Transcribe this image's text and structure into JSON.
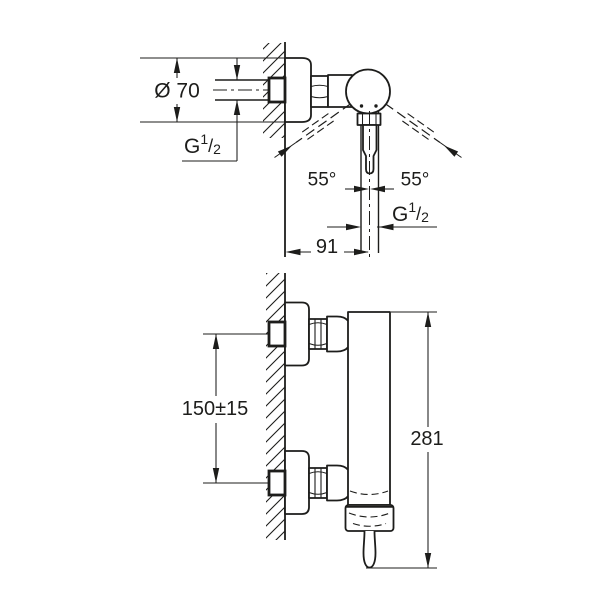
{
  "page": {
    "background": "#ffffff",
    "line_color": "#1d1d1b",
    "type": "technical dimension drawing, wall-mounted single-lever shower mixer, two views"
  },
  "views": {
    "side": {
      "labels": {
        "escutcheon_diameter": "Ø 70",
        "inlet_thread": "G 1/2",
        "swing_angle_left": "55°",
        "swing_angle_right": "55°",
        "outlet_thread": "G 1/2",
        "wall_to_outlet_distance": "91"
      }
    },
    "front": {
      "labels": {
        "connection_spacing": "150±15",
        "total_height": "281"
      }
    }
  }
}
